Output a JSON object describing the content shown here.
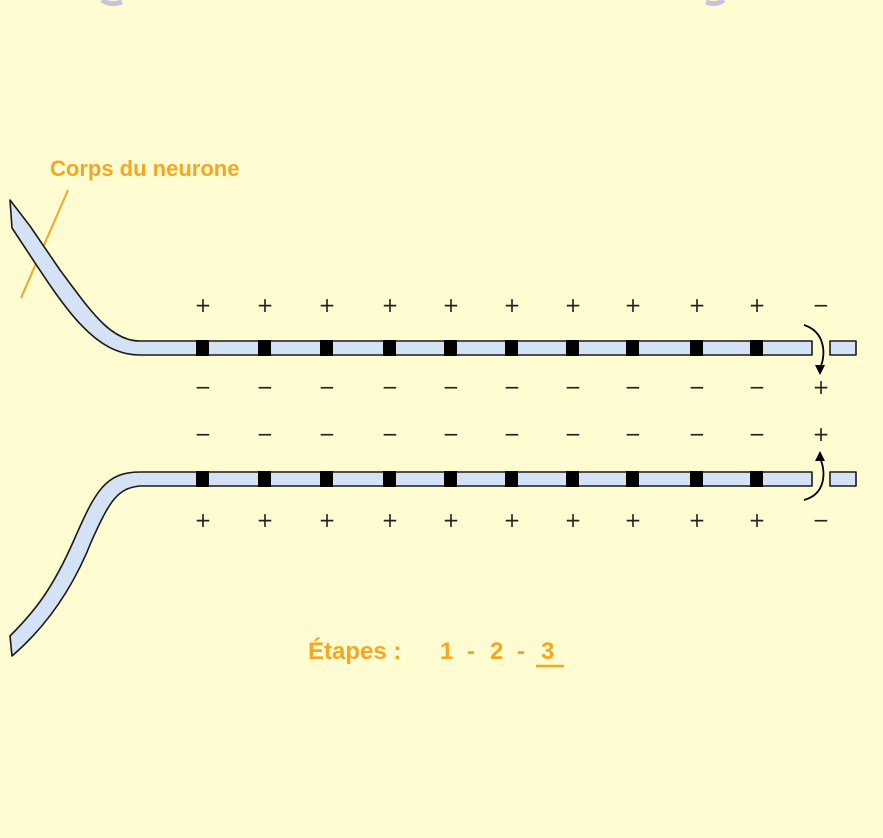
{
  "diagram": {
    "cell_body_label": "Corps du neurone",
    "steps": {
      "prefix": "Étapes :",
      "items": [
        "1",
        "2",
        "3"
      ],
      "separator": "-",
      "active": "3"
    },
    "signs": {
      "outer_top": [
        "+",
        "+",
        "+",
        "+",
        "+",
        "+",
        "+",
        "+",
        "+",
        "+",
        "−"
      ],
      "inner_top": [
        "−",
        "−",
        "−",
        "−",
        "−",
        "−",
        "−",
        "−",
        "−",
        "−",
        "+"
      ],
      "inner_bottom": [
        "−",
        "−",
        "−",
        "−",
        "−",
        "−",
        "−",
        "−",
        "−",
        "−",
        "+"
      ],
      "outer_bottom": [
        "+",
        "+",
        "+",
        "+",
        "+",
        "+",
        "+",
        "+",
        "+",
        "+",
        "−"
      ]
    },
    "colors": {
      "background": "#FFFCD2",
      "membrane": "#D4E2F5",
      "accent": "#F5A623",
      "nodes": "#000000"
    }
  }
}
